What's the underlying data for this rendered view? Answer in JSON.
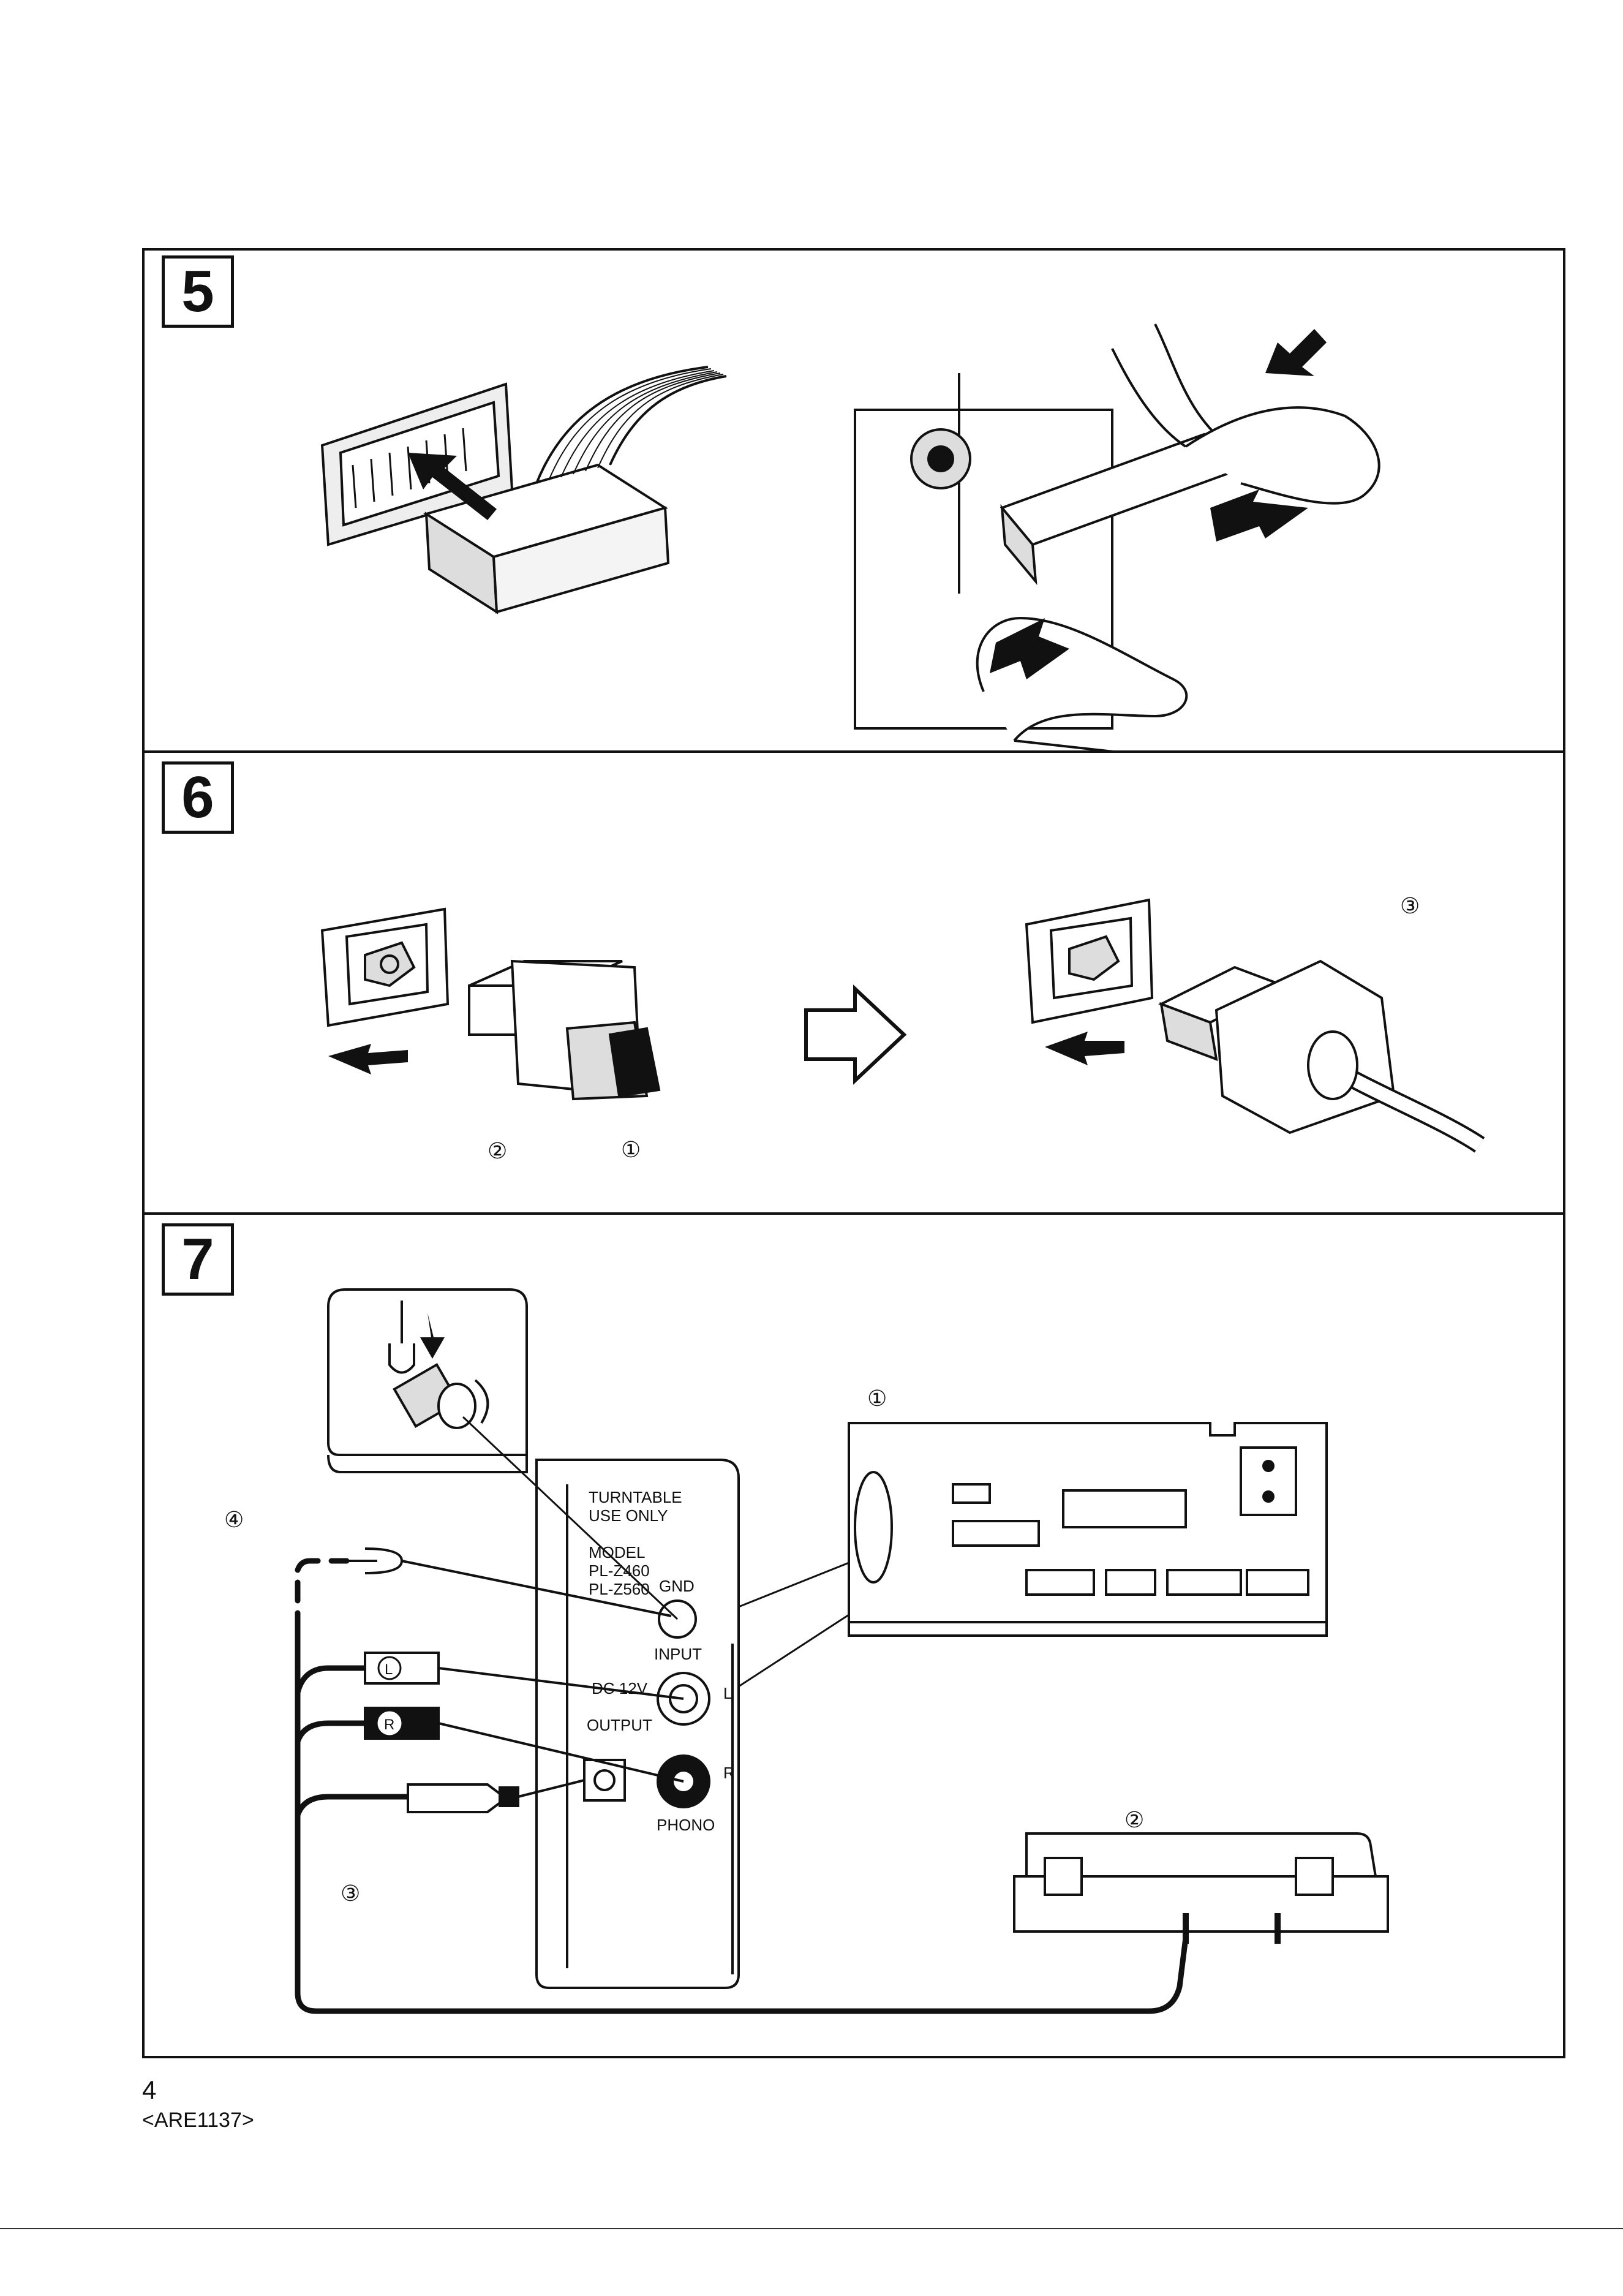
{
  "steps": [
    {
      "number": "5"
    },
    {
      "number": "6"
    },
    {
      "number": "7"
    }
  ],
  "step6": {
    "callout_1": "①",
    "callout_2": "②",
    "callout_3": "③"
  },
  "step7": {
    "callout_1": "①",
    "callout_2": "②",
    "callout_3": "③",
    "callout_4": "④",
    "label_turntable": "TURNTABLE",
    "label_use_only": "USE ONLY",
    "label_model": "MODEL",
    "label_pl_z460": "PL-Z460",
    "label_pl_z560": "PL-Z560",
    "label_gnd": "GND",
    "label_input": "INPUT",
    "label_dc12v": "DC 12V",
    "label_output": "OUTPUT",
    "label_l": "L",
    "label_r": "R",
    "label_phono": "PHONO",
    "plug_l": "L",
    "plug_r": "R"
  },
  "footer": {
    "page_number": "4",
    "doc_code": "<ARE1137>"
  },
  "colors": {
    "ink": "#111111",
    "paper": "#ffffff"
  }
}
